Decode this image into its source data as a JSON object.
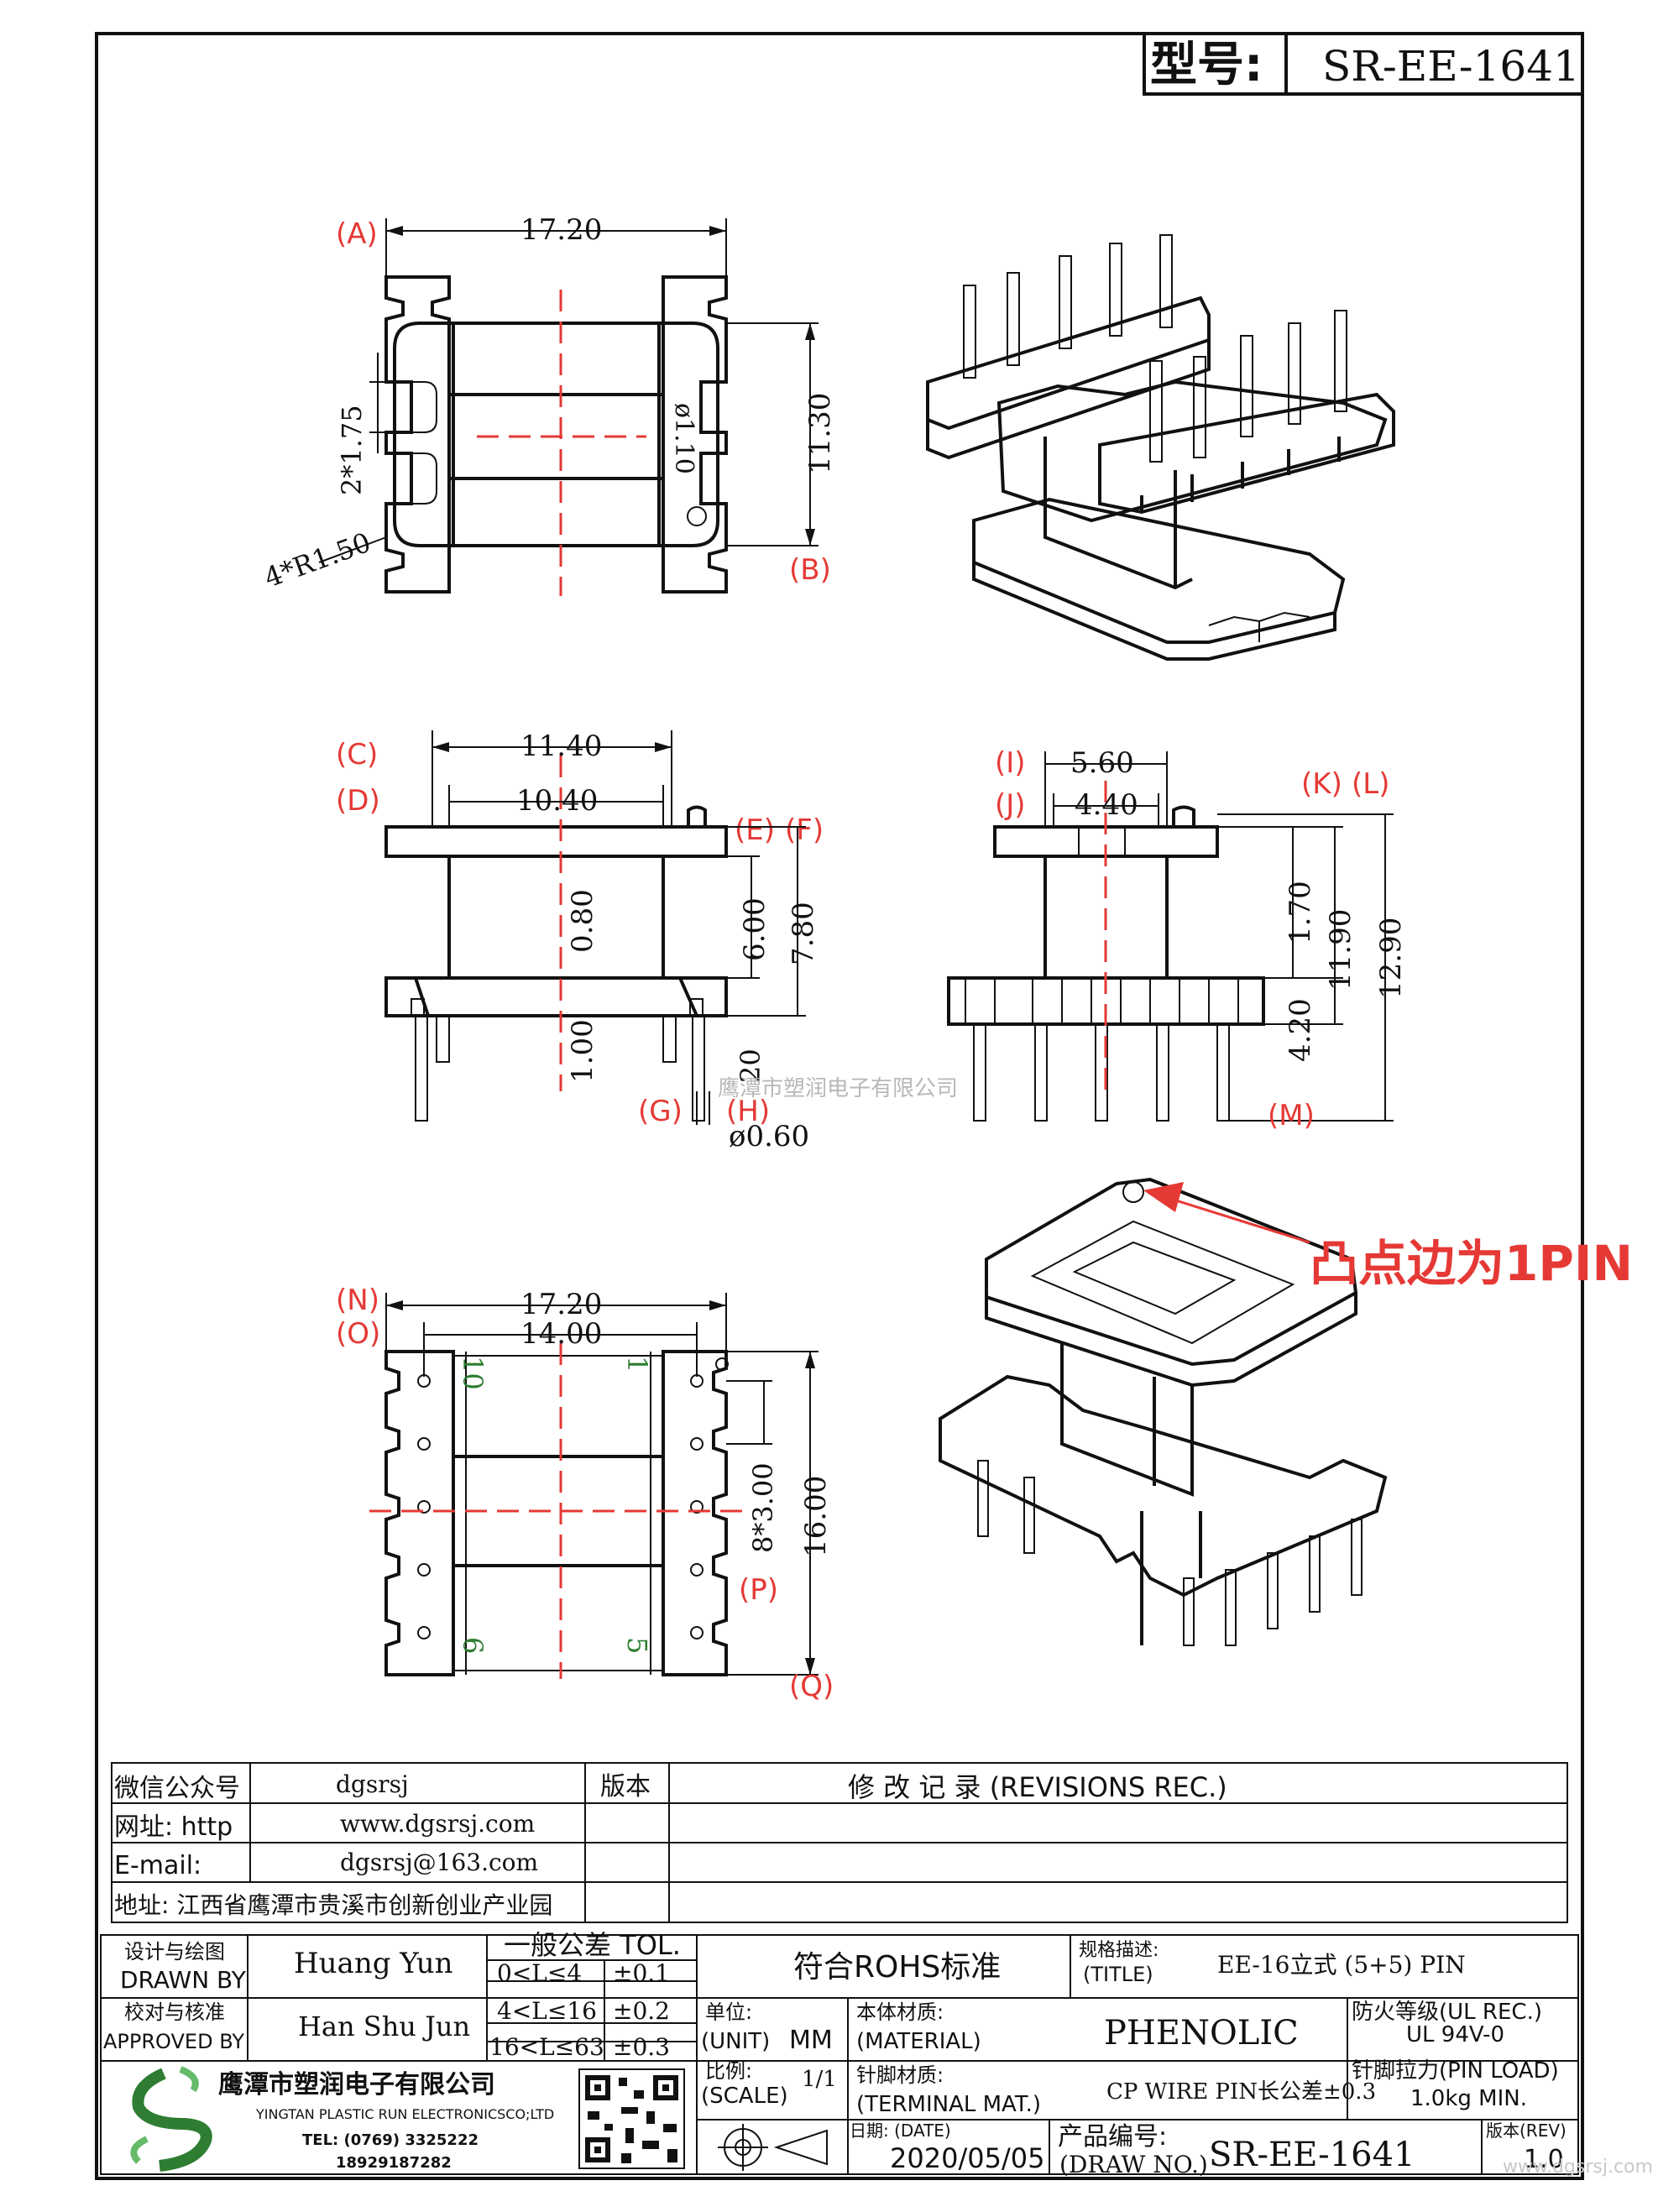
{
  "header": {
    "model_label": "型号:",
    "model_value": "SR-EE-1641"
  },
  "top_view": {
    "dim_width": "17.20",
    "dim_height": "11.30",
    "dim_slot": "2*1.75",
    "dim_radius": "4*R1.50",
    "dim_hole": "ø1.10",
    "ref_a": "A",
    "ref_b": "B"
  },
  "front_view": {
    "dim_outer": "11.40",
    "dim_inner": "10.40",
    "dim_wall": "0.80",
    "dim_base": "1.00",
    "dim_6": "6.00",
    "dim_7": "7.80",
    "dim_20": "20",
    "dim_pin": "ø0.60",
    "ref_c": "C",
    "ref_d": "D",
    "ref_e": "E",
    "ref_f": "F",
    "ref_g": "G",
    "ref_h": "H"
  },
  "side_view": {
    "dim_a": "5.60",
    "dim_b": "4.40",
    "dim_c": "1.70",
    "dim_d": "11.90",
    "dim_e": "12.90",
    "dim_f": "4.20",
    "ref_i": "I",
    "ref_j": "J",
    "ref_k": "K",
    "ref_l": "L",
    "ref_m": "M"
  },
  "bottom_view": {
    "dim_width": "17.20",
    "dim_pitch_span": "14.00",
    "dim_pitch": "8*3.00",
    "dim_height": "16.00",
    "pin_10": "10",
    "pin_1": "1",
    "pin_6": "6",
    "pin_5": "5",
    "ref_n": "N",
    "ref_o": "O",
    "ref_p": "P",
    "ref_q": "Q"
  },
  "watermark": "鹰潭市塑润电子有限公司",
  "annotation": "凸点边为1PIN",
  "info_table": {
    "wechat_label": "微信公众号",
    "wechat_value": "dgsrsj",
    "web_label": "网址: http",
    "web_value": "www.dgsrsj.com",
    "email_label": "E-mail:",
    "email_value": "dgsrsj@163.com",
    "address": "地址: 江西省鹰潭市贵溪市创新创业产业园",
    "version_header": "版本",
    "revisions_header": "修 改 记 录  (REVISIONS REC.)"
  },
  "title_block": {
    "drawn_cn": "设计与绘图",
    "drawn_en": "DRAWN BY",
    "drawn_name": "Huang Yun",
    "approved_cn": "校对与核准",
    "approved_en": "APPROVED BY",
    "approved_name": "Han Shu Jun",
    "tol_header": "一般公差 TOL.",
    "tol_1_range": "0<L≤4",
    "tol_1_value": "±0.1",
    "tol_2_range": "4<L≤16",
    "tol_2_value": "±0.2",
    "tol_3_range": "16<L≤63",
    "tol_3_value": "±0.3",
    "rohs": "符合ROHS标准",
    "title_cn": "规格描述:",
    "title_en": "(TITLE)",
    "title_value": "EE-16立式 (5+5) PIN",
    "unit_cn": "单位:",
    "unit_en": "(UNIT)",
    "unit_value": "MM",
    "material_cn": "本体材质:",
    "material_en": "(MATERIAL)",
    "material_value": "PHENOLIC",
    "fire_label": "防火等级(UL REC.)",
    "fire_value": "UL 94V-0",
    "scale_cn": "比例:",
    "scale_en": "(SCALE)",
    "scale_value": "1/1",
    "terminal_cn": "针脚材质:",
    "terminal_en": "(TERMINAL MAT.)",
    "terminal_value": "CP WIRE  PIN长公差±0.3",
    "pin_load_label": "针脚拉力(PIN LOAD)",
    "pin_load_value": "1.0kg MIN.",
    "date_label": "日期: (DATE)",
    "date_value": "2020/05/05",
    "drawno_cn": "产品编号:",
    "drawno_en": "(DRAW NO.)",
    "drawno_value": "SR-EE-1641",
    "rev_label": "版本(REV)",
    "rev_value": "1.0",
    "company_cn": "鹰潭市塑润电子有限公司",
    "company_en": "YINGTAN PLASTIC RUN ELECTRONICSCO;LTD",
    "company_tel": "TEL: (0769) 3325222",
    "company_mobile": "18929187282",
    "site_mark": "www.dgsrsj.com"
  },
  "colors": {
    "line": "#111111",
    "center_line": "#e53935",
    "arrow": "#e53935",
    "pin_number": "#2e7d32"
  }
}
